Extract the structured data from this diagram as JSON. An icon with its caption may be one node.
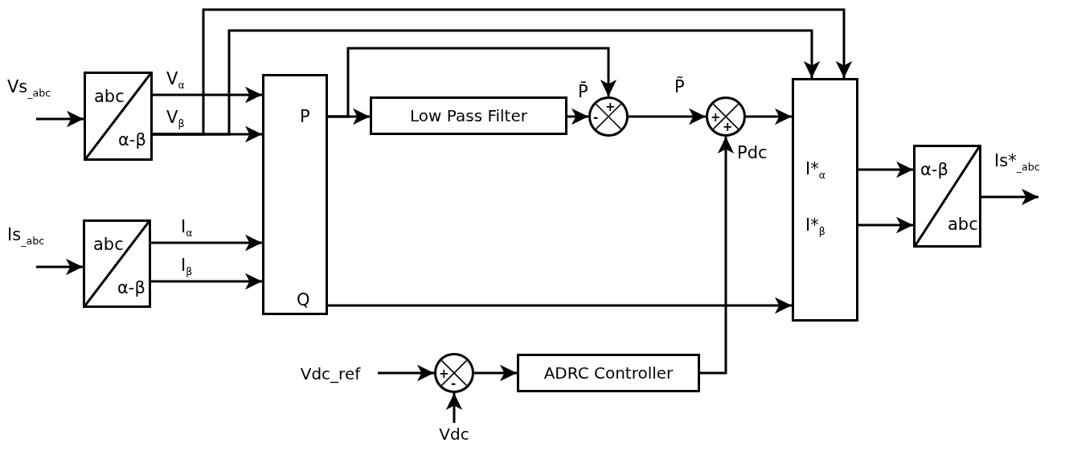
{
  "diagram": {
    "nodes": [
      {
        "text": [
          "abc",
          "α-β"
        ]
      },
      {
        "text": [
          "abc",
          "α-β"
        ]
      },
      {
        "text": [
          "P",
          "Q"
        ]
      },
      {
        "text": [
          "Low Pass Filter"
        ]
      },
      {
        "text": [
          "+",
          "-"
        ]
      },
      {
        "text": [
          "+",
          "+"
        ]
      },
      {
        "text": [
          "I*$_{α}$",
          "I*$_{β}$"
        ]
      },
      {
        "text": [
          "α-β",
          "abc"
        ]
      },
      {
        "text": [
          "Vdc_ref"
        ]
      },
      {
        "text": [
          "+",
          "-"
        ]
      },
      {
        "text": [
          "ADRC Controller"
        ]
      },
      {
        "text": [
          "Vdc"
        ]
      }
    ],
    "edges": [
      {
        "from": null,
        "to": 0,
        "arrow": "to",
        "label": "Vs$_{_abc}$"
      },
      {
        "from": null,
        "to": 1,
        "arrow": "to",
        "label": "Is$_{_abc}$"
      },
      {
        "from": 0,
        "to": 2,
        "arrow": "to",
        "label": "V$_{α}$"
      },
      {
        "from": 0,
        "to": 2,
        "arrow": "to",
        "label": "V$_{β}$"
      },
      {
        "from": 1,
        "to": 2,
        "arrow": "to",
        "label": "I$_{α}$"
      },
      {
        "from": 1,
        "to": 2,
        "arrow": "to",
        "label": "I$_{β}$"
      },
      {
        "from": 0,
        "to": 6,
        "arrow": "to"
      },
      {
        "from": 0,
        "to": 6,
        "arrow": "to"
      },
      {
        "from": 2,
        "to": 3,
        "arrow": "to"
      },
      {
        "from": 2,
        "to": 4,
        "arrow": "to"
      },
      {
        "from": 3,
        "to": 4,
        "arrow": "to",
        "label": "P̄"
      },
      {
        "from": 4,
        "to": 5,
        "arrow": "to",
        "label": "P̃"
      },
      {
        "from": 5,
        "to": 6,
        "arrow": "to"
      },
      {
        "from": 2,
        "to": 6,
        "arrow": "to"
      },
      {
        "from": 6,
        "to": 7,
        "arrow": "to"
      },
      {
        "from": 6,
        "to": 7,
        "arrow": "to"
      },
      {
        "from": 7,
        "to": null,
        "arrow": "to",
        "label": "Is*$_{_abc}$"
      },
      {
        "from": 8,
        "to": 9,
        "arrow": "to"
      },
      {
        "from": 11,
        "to": 9,
        "arrow": "to"
      },
      {
        "from": 9,
        "to": 10,
        "arrow": "to"
      },
      {
        "from": 10,
        "to": 5,
        "arrow": "to",
        "label": "Pdc"
      }
    ]
  }
}
